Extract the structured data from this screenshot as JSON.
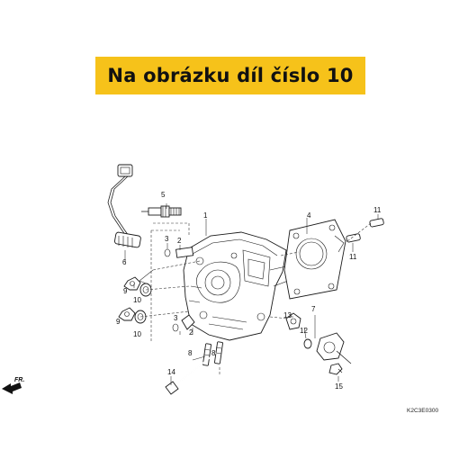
{
  "banner": {
    "text": "Na obrázku díl číslo 10",
    "color": "#f6c21a"
  },
  "diagram": {
    "front_label": "FR.",
    "drawing_code": "K2C3E0300",
    "callouts": [
      "1",
      "2",
      "3",
      "4",
      "5",
      "6",
      "7",
      "8",
      "9",
      "10",
      "11",
      "12",
      "13",
      "14",
      "15"
    ],
    "callout_extra": {
      "c2b": "2",
      "c3b": "3",
      "c8b": "8",
      "c9b": "9",
      "c10b": "10",
      "c11b": "11"
    }
  }
}
